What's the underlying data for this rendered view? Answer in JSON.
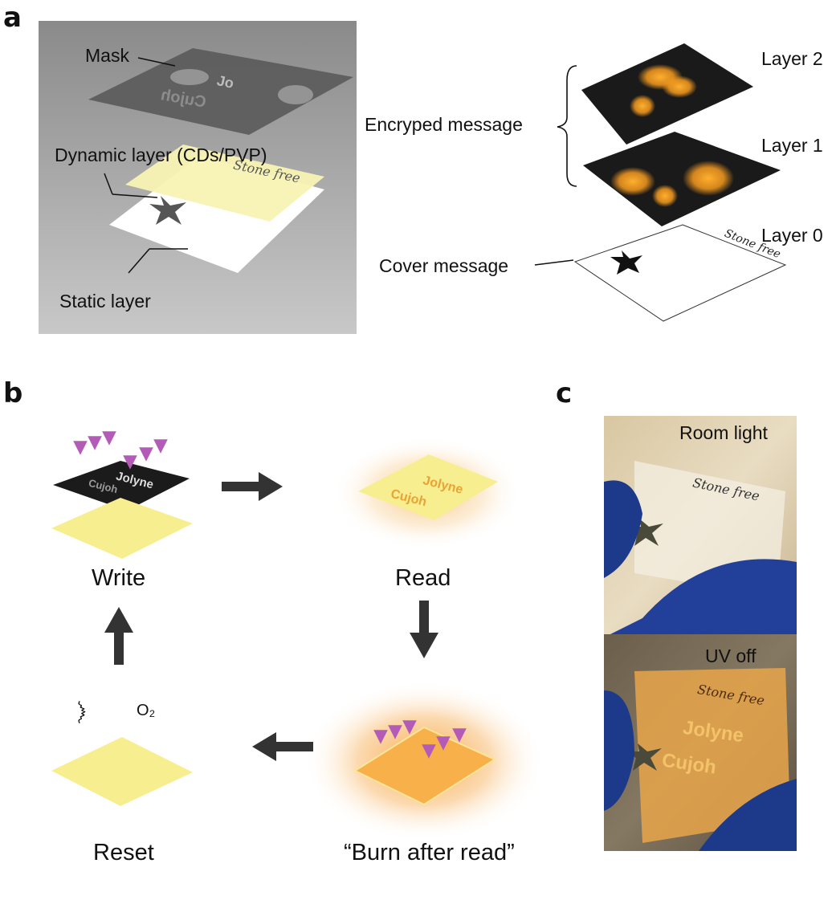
{
  "panels": {
    "a": "a",
    "b": "b",
    "c": "c"
  },
  "panel_a": {
    "mask_label": "Mask",
    "dynamic_layer_label": "Dynamic layer (CDs/PVP)",
    "static_layer_label": "Static layer",
    "encrypted_label": "Encryped message",
    "cover_label": "Cover message",
    "layer2_label": "Layer 2",
    "layer1_label": "Layer 1",
    "layer0_label": "Layer 0",
    "sheet_text": "Stone free",
    "mask_text_1": "Jo",
    "mask_text_2": "Cujoh"
  },
  "panel_b": {
    "write_label": "Write",
    "read_label": "Read",
    "burn_label": "“Burn after read”",
    "reset_label": "Reset",
    "oxygen_label": "O₂",
    "heat_symbol": "෴",
    "mask_word_1": "Jolyne",
    "mask_word_2": "Cujoh",
    "read_word_1": "Jolyne",
    "read_word_2": "Cujoh"
  },
  "panel_c": {
    "room_light_label": "Room light",
    "uv_off_label": "UV off",
    "sheet_text": "Stone free",
    "uv_word_1": "Jolyne",
    "uv_word_2": "Cujoh"
  },
  "colors": {
    "uv_arrow": "#b45bb8",
    "dark_arrow": "#333333",
    "yellow_film": "#f7ee8f",
    "orange_glow": "#f5a623",
    "mask_dark": "#1c1c1c",
    "glove_blue": "#1d3a8a"
  }
}
